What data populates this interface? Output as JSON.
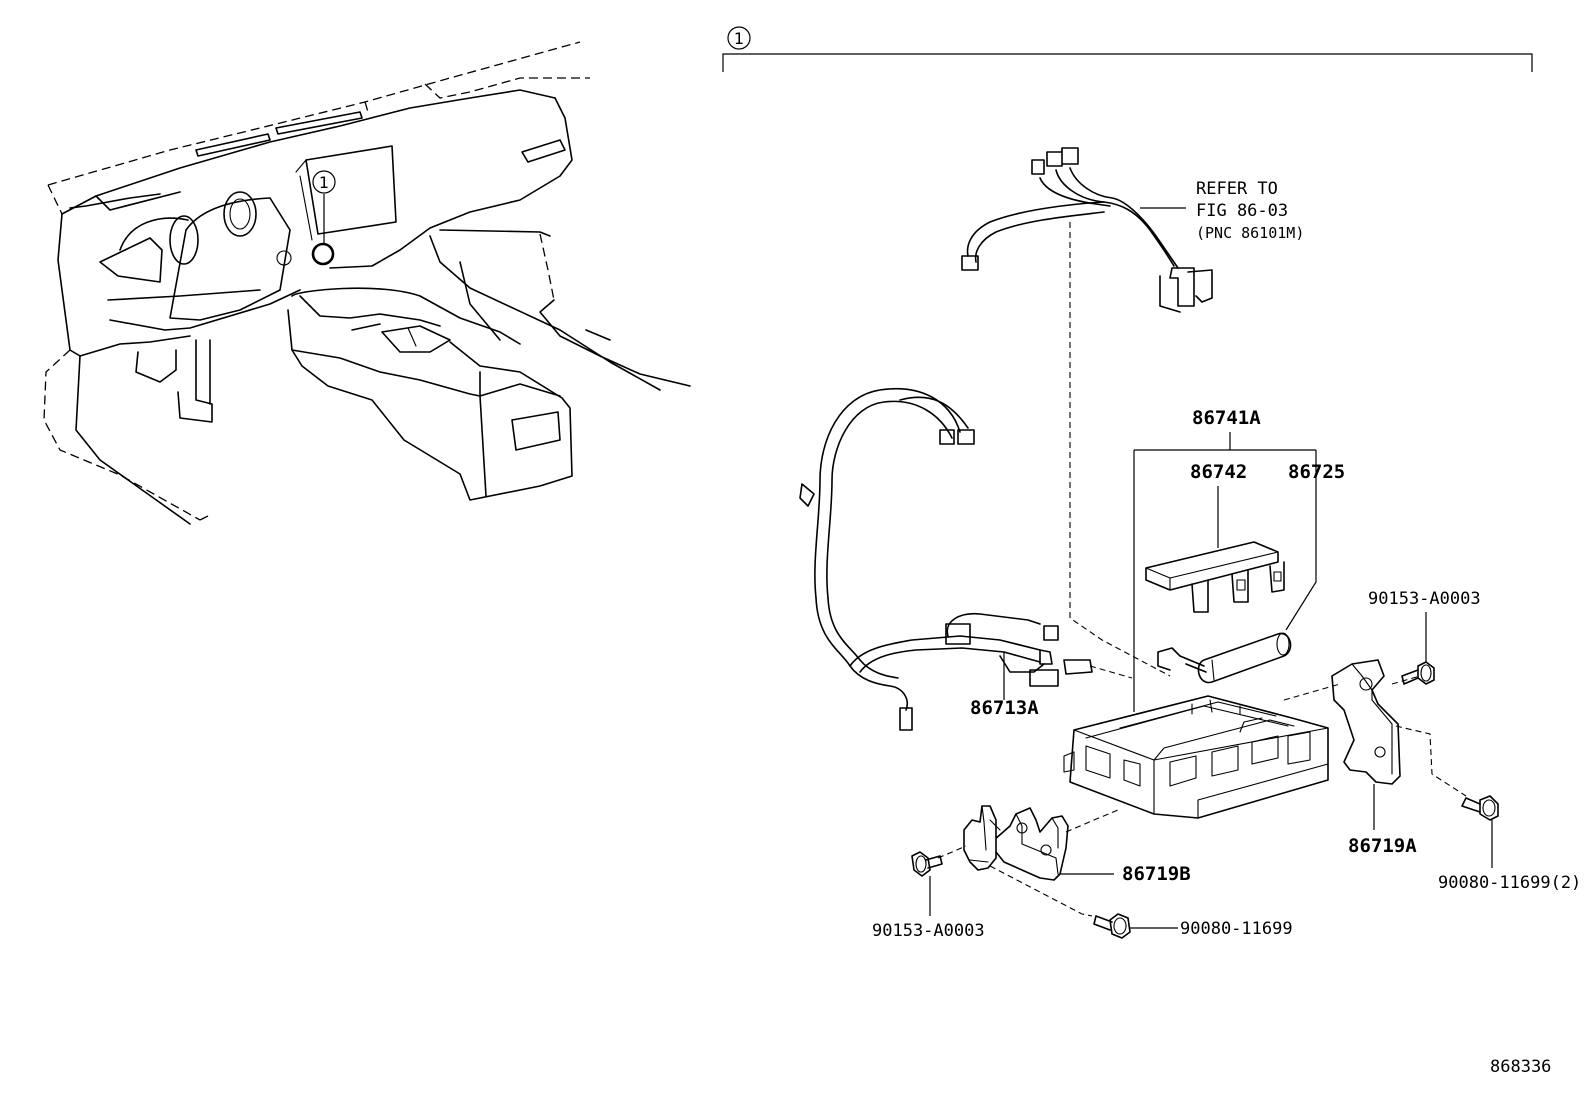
{
  "callout": {
    "marker": "1"
  },
  "refer": {
    "line1": "REFER TO",
    "line2": "FIG 86-03",
    "line3": "(PNC 86101M)"
  },
  "parts": {
    "p86741A": "86741A",
    "p86742": "86742",
    "p86725": "86725",
    "p86713A": "86713A",
    "p86719A": "86719A",
    "p86719B": "86719B",
    "p90153_right": "90153-A0003",
    "p90153_left": "90153-A0003",
    "p90080_bottom": "90080-11699",
    "p90080_right": "90080-11699(2)"
  },
  "figure_id": "868336"
}
